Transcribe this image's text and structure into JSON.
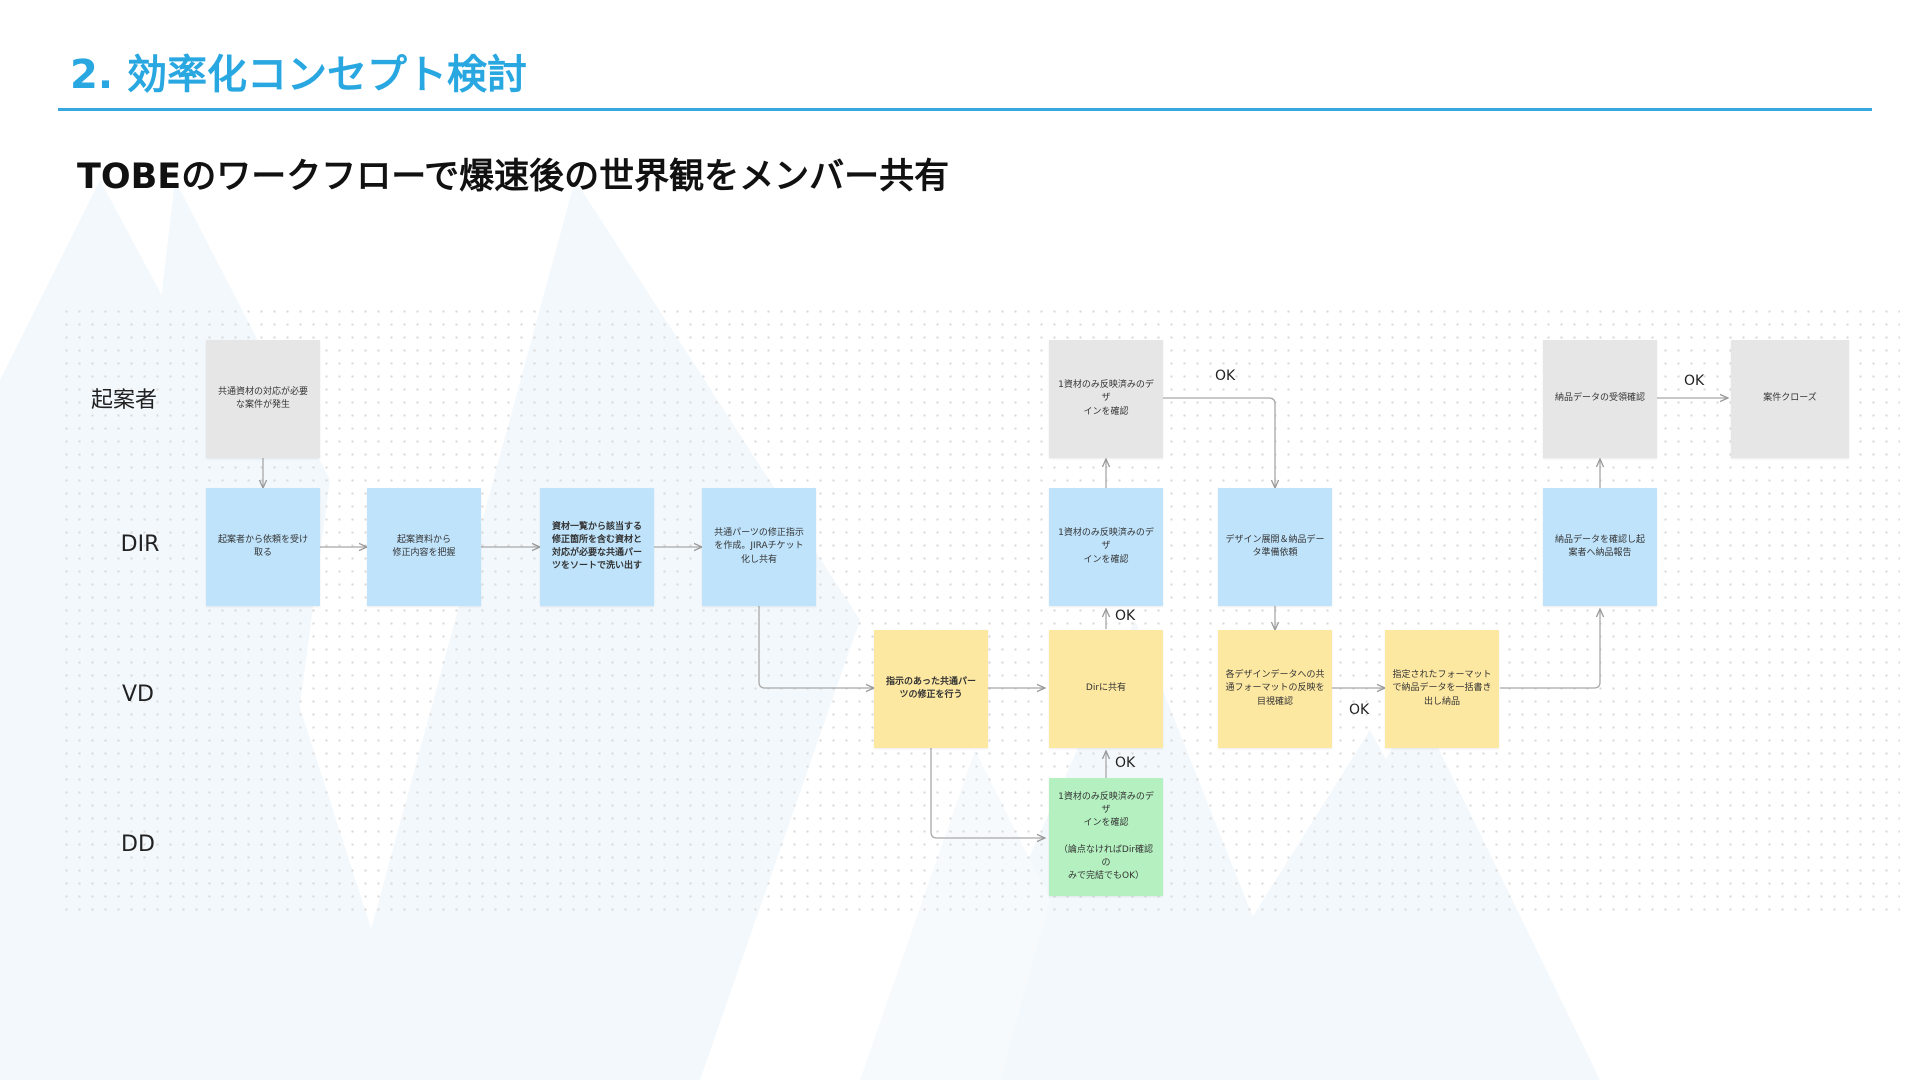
{
  "header": {
    "title": "2. 効率化コンセプト検討",
    "subtitle": "TOBEのワークフローで爆速後の世界観をメンバー共有"
  },
  "lanes": [
    "起案者",
    "DIR",
    "VD",
    "DD"
  ],
  "nodes": {
    "n1": "共通資材の対応が必要\nな案件が発生",
    "n2": "起案者から依頼を受け\n取る",
    "n3": "起案資料から\n修正内容を把握",
    "n4": "資材一覧から該当する\n修正箇所を含む資材と\n対応が必要な共通パー\nツをソートで洗い出す",
    "n5": "共通パーツの修正指示\nを作成。JIRAチケット\n化し共有",
    "n6": "指示のあった共通パー\nツの修正を行う",
    "n7": "Dirに共有",
    "n8": "1資材のみ反映済みのデザ\nインを確認\n\n（論点なければDir確認の\nみで完結でもOK）",
    "n9": "1資材のみ反映済みのデザ\nインを確認",
    "n10": "1資材のみ反映済みのデザ\nインを確認",
    "n11": "デザイン展開＆納品デー\nタ準備依頼",
    "n12": "各デザインデータへの共\n通フォーマットの反映を\n目視確認",
    "n13": "指定されたフォーマット\nで納品データを一括書き\n出し納品",
    "n14": "納品データを確認し起\n案者へ納品報告",
    "n15": "納品データの受領確認",
    "n16": "案件クローズ"
  },
  "edge_labels": {
    "ok_dd_vd": "OK",
    "ok_vd_dir": "OK",
    "ok_kian": "OK",
    "ok_vd_check": "OK",
    "ok_close": "OK"
  },
  "colors": {
    "accent": "#29a7e1",
    "kian_gray": "#e6e6e6",
    "dir_blue": "#bfe3fb",
    "vd_yellow": "#fde8a2",
    "dd_green": "#b4f0c0"
  }
}
